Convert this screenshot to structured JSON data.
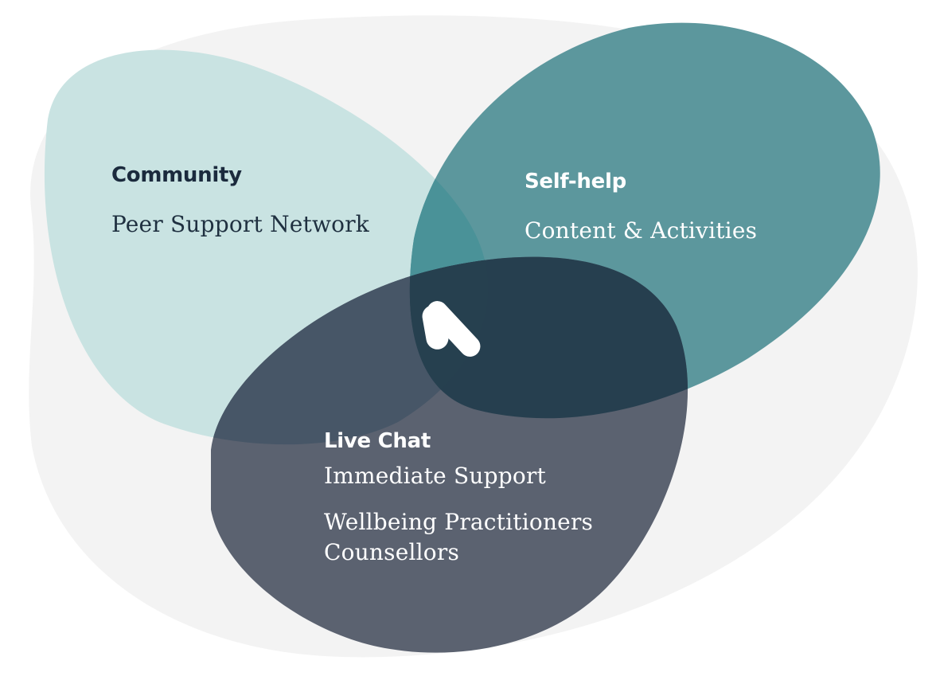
{
  "diagram": {
    "type": "venn",
    "colors": {
      "background_blob": "#f3f3f3",
      "community": "#c9e3e2",
      "self_help": "#5c979d",
      "live_chat": "#5b6270",
      "center_overlap": "#26404f",
      "logo": "#ffffff"
    },
    "center_logo": "kooth-k-logo-icon",
    "sets": [
      {
        "id": "community",
        "title": "Community",
        "lines": [
          "Peer Support Network"
        ]
      },
      {
        "id": "self_help",
        "title": "Self-help",
        "lines": [
          "Content & Activities"
        ]
      },
      {
        "id": "live_chat",
        "title": "Live Chat",
        "lines": [
          "Immediate Support",
          "Wellbeing Practitioners",
          "Counsellors"
        ]
      }
    ]
  }
}
